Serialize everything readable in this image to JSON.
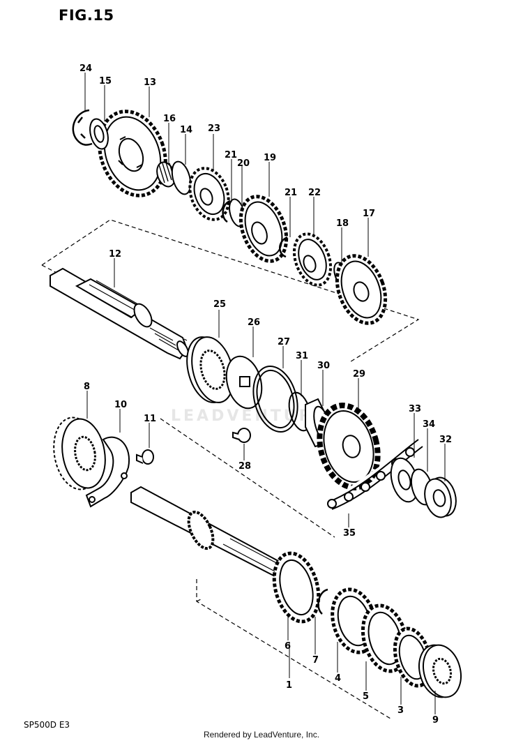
{
  "figure": {
    "title": "FIG.15",
    "model_code": "SP500D E3",
    "footer": "Rendered by LeadVenture, Inc.",
    "watermark": "LEADVENTURE"
  },
  "callouts": [
    "24",
    "15",
    "13",
    "16",
    "14",
    "23",
    "21",
    "20",
    "19",
    "21",
    "22",
    "18",
    "17",
    "12",
    "25",
    "26",
    "27",
    "31",
    "30",
    "29",
    "8",
    "10",
    "11",
    "28",
    "33",
    "34",
    "32",
    "35",
    "6",
    "7",
    "4",
    "5",
    "3",
    "9",
    "1"
  ],
  "colors": {
    "ink": "#000000",
    "background": "#ffffff",
    "watermark": "#e6e6e6"
  }
}
